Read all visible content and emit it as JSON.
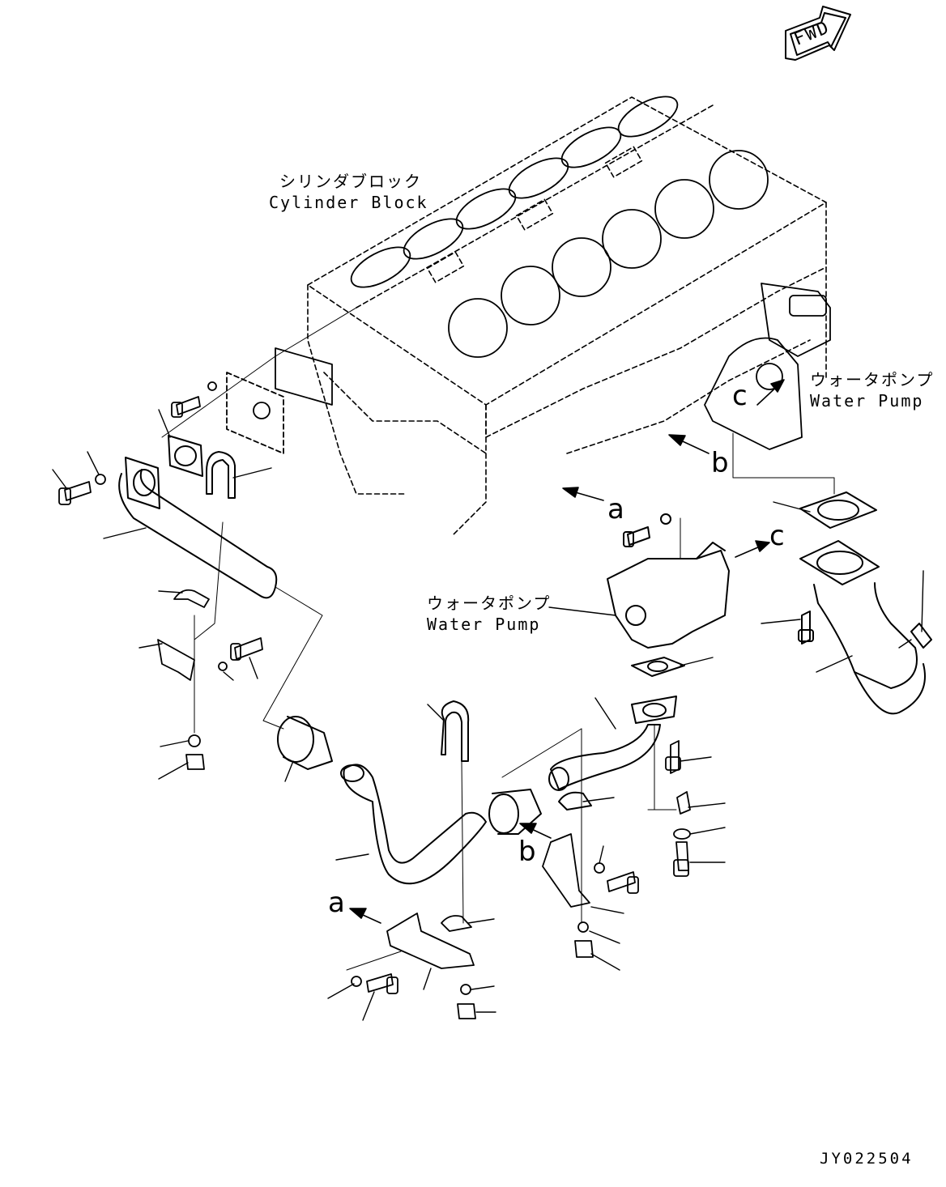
{
  "labels": {
    "fwd": "FWD",
    "cylinder_block_ja": "シリンダブロック",
    "cylinder_block_en": "Cylinder Block",
    "water_pump_ja": "ウォータポンプ",
    "water_pump_en": "Water Pump",
    "figure_code": "JY022504"
  },
  "ref_letters": {
    "a": "a",
    "b": "b",
    "c": "c"
  },
  "colors": {
    "line": "#000000",
    "background": "#ffffff"
  }
}
